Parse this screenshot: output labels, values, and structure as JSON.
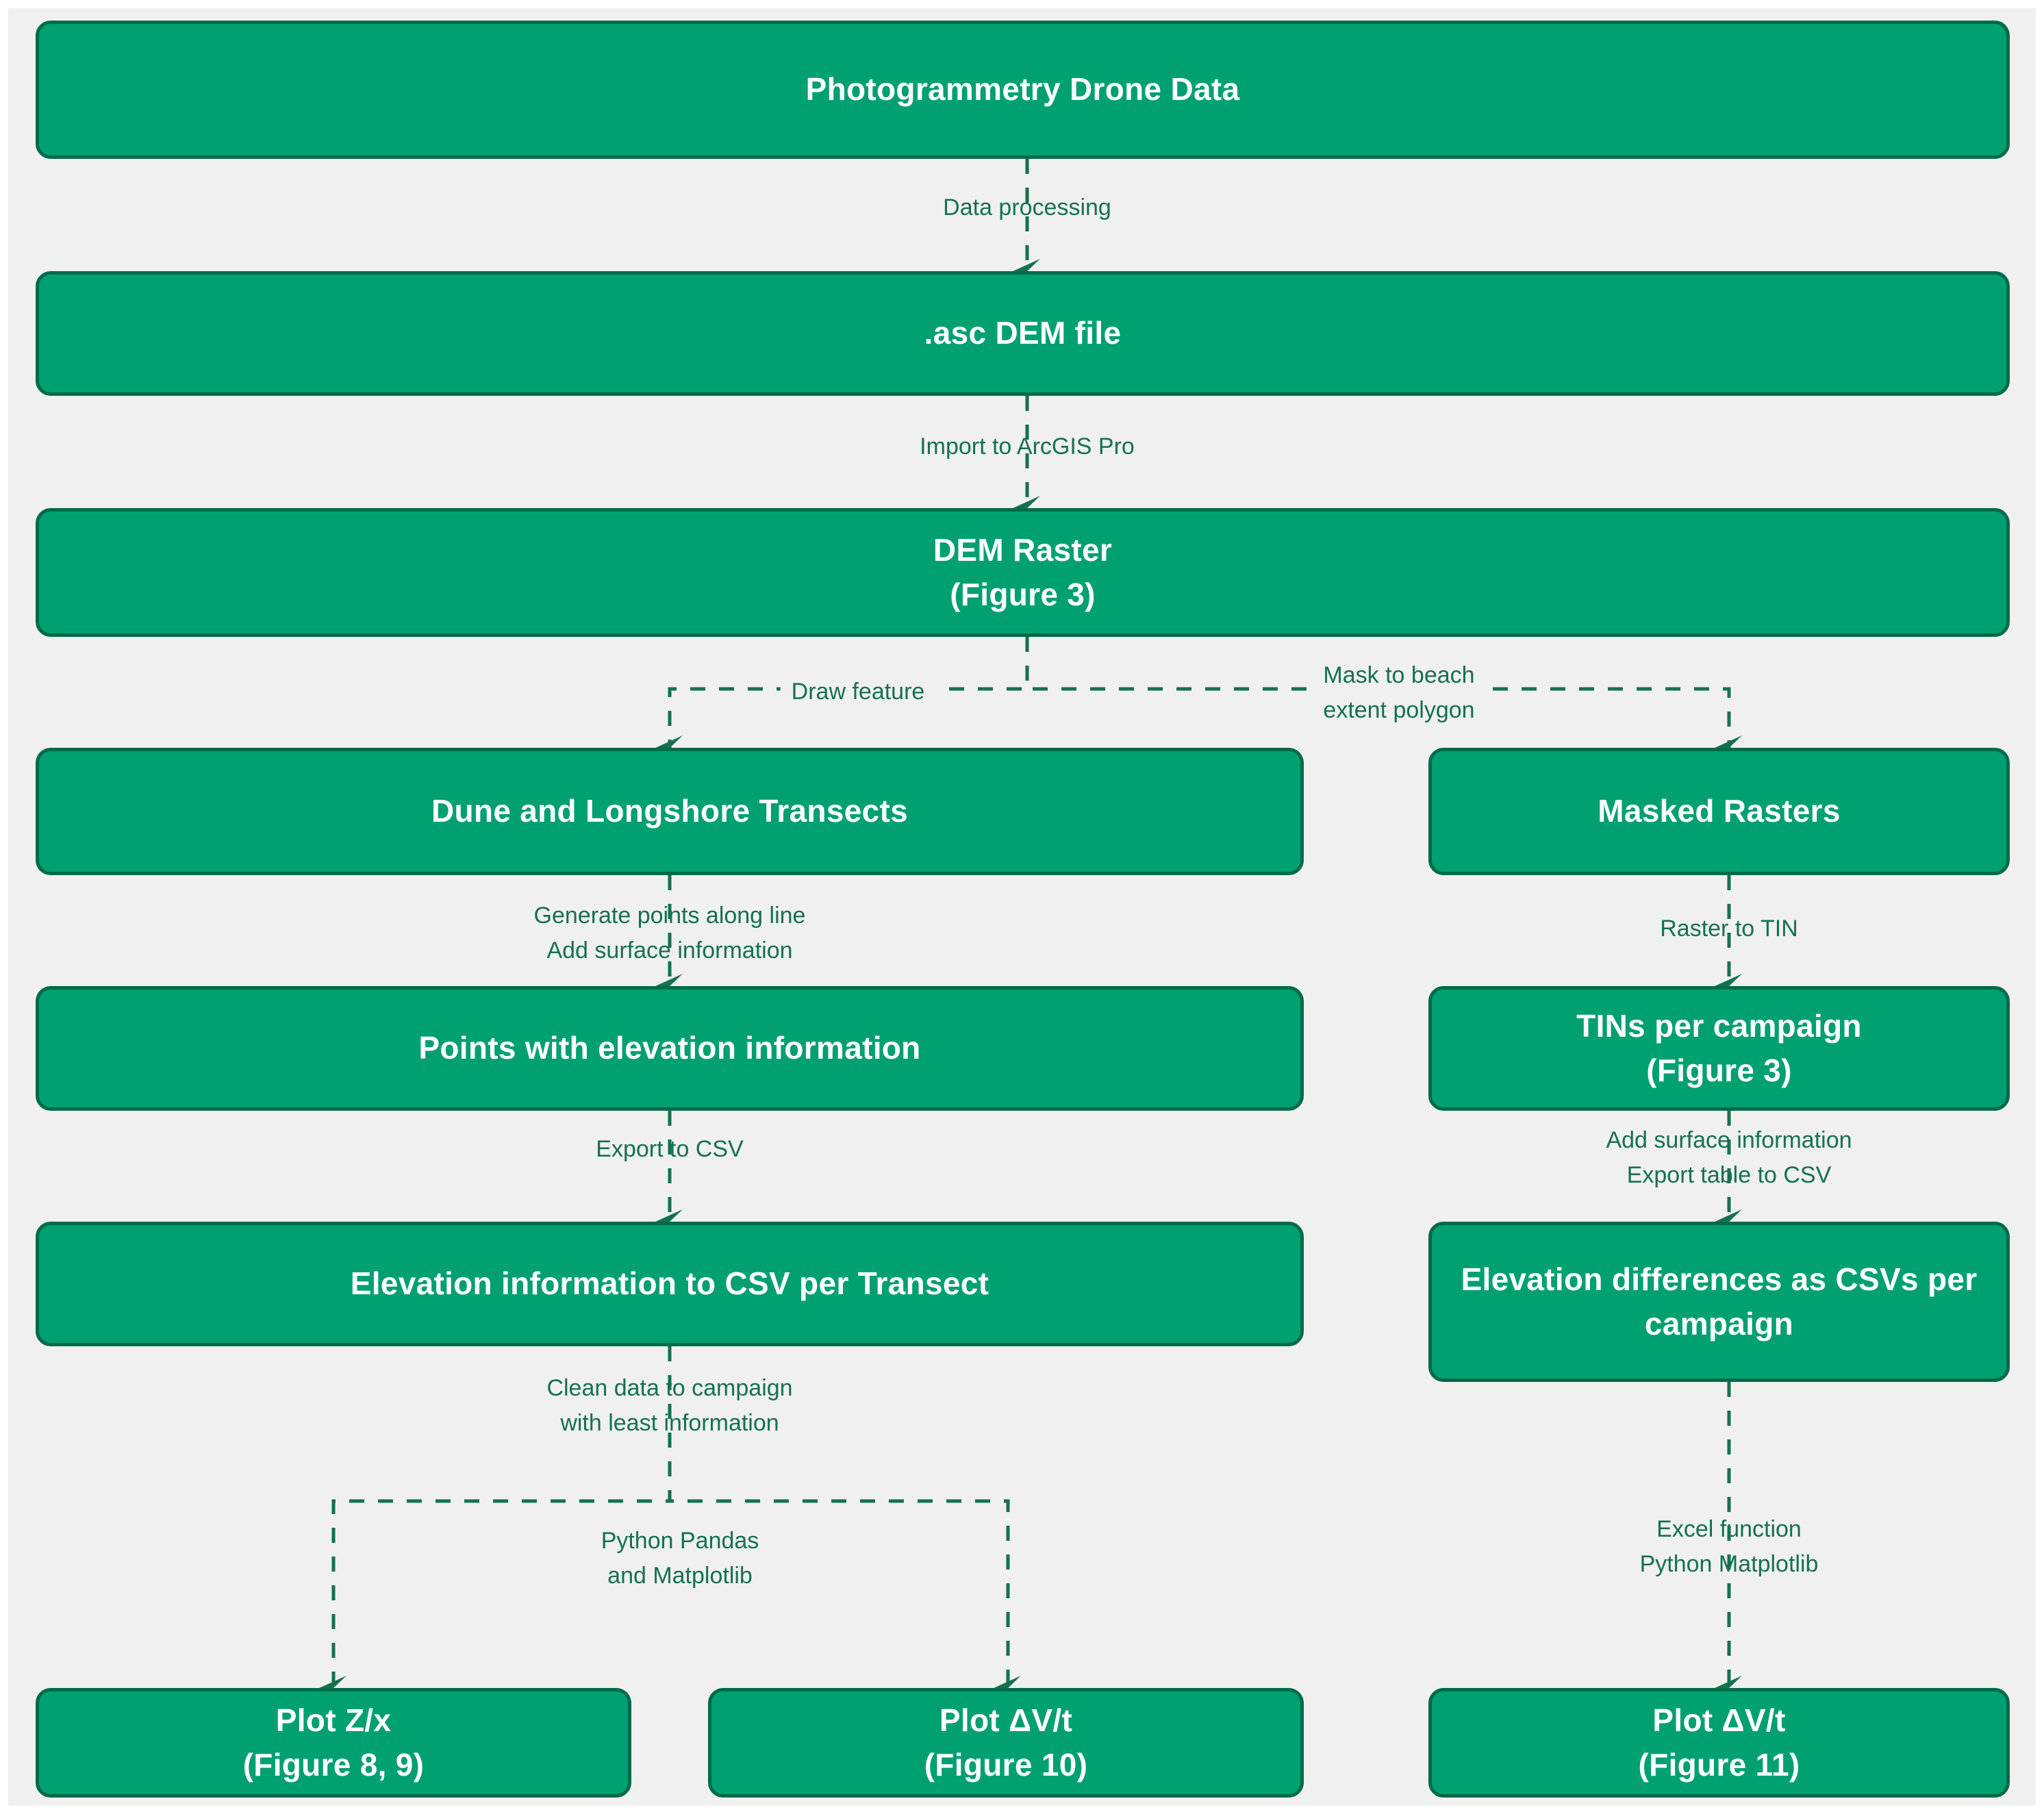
{
  "diagram": {
    "title": "Photogrammetry drone data processing workflow",
    "colors": {
      "page_background": "#ffffff",
      "canvas_background": "#f0f0f0",
      "node_fill": "#00a070",
      "node_border": "#006b47",
      "node_text": "#ffffff",
      "edge_line": "#14714f",
      "edge_label_text": "#14714f"
    },
    "nodes": [
      {
        "id": "drone",
        "label_line1": "Photogrammetry Drone Data",
        "label_line2": ""
      },
      {
        "id": "asc",
        "label_line1": ".asc DEM file",
        "label_line2": ""
      },
      {
        "id": "dem_raster",
        "label_line1": "DEM Raster",
        "label_line2": "(Figure 3)"
      },
      {
        "id": "transects",
        "label_line1": "Dune and Longshore Transects",
        "label_line2": ""
      },
      {
        "id": "masked",
        "label_line1": "Masked Rasters",
        "label_line2": ""
      },
      {
        "id": "points",
        "label_line1": "Points with elevation information",
        "label_line2": ""
      },
      {
        "id": "tins",
        "label_line1": "TINs per campaign",
        "label_line2": "(Figure 3)"
      },
      {
        "id": "csv_transect",
        "label_line1": "Elevation information to CSV per Transect",
        "label_line2": ""
      },
      {
        "id": "csv_campaign",
        "label_line1": "Elevation differences as CSVs per",
        "label_line2": "campaign"
      },
      {
        "id": "plot_zx",
        "label_line1": "Plot Z/x",
        "label_line2": "(Figure 8, 9)"
      },
      {
        "id": "plot_dvt_10",
        "label_line1": "Plot ΔV/t",
        "label_line2": "(Figure 10)"
      },
      {
        "id": "plot_dvt_11",
        "label_line1": "Plot ΔV/t",
        "label_line2": "(Figure 11)"
      }
    ],
    "edges": [
      {
        "id": "e1",
        "from": "drone",
        "to": "asc",
        "label": "Data processing"
      },
      {
        "id": "e2",
        "from": "asc",
        "to": "dem_raster",
        "label": "Import to ArcGIS Pro"
      },
      {
        "id": "e3",
        "from": "dem_raster",
        "to": "transects",
        "label": "Draw feature"
      },
      {
        "id": "e4",
        "from": "dem_raster",
        "to": "masked",
        "label": "Mask to beach\nextent polygon"
      },
      {
        "id": "e5",
        "from": "transects",
        "to": "points",
        "label": "Generate points along line\nAdd surface information"
      },
      {
        "id": "e6",
        "from": "masked",
        "to": "tins",
        "label": "Raster to TIN"
      },
      {
        "id": "e7",
        "from": "points",
        "to": "csv_transect",
        "label": "Export to CSV"
      },
      {
        "id": "e8",
        "from": "tins",
        "to": "csv_campaign",
        "label": "Add surface information\nExport table to CSV"
      },
      {
        "id": "e9",
        "from": "csv_transect",
        "to": "plot_zx",
        "label": "Clean data to campaign\nwith least information"
      },
      {
        "id": "e10",
        "from": "csv_transect",
        "to": "plot_dvt_10",
        "label": "Python Pandas\nand Matplotlib"
      },
      {
        "id": "e11",
        "from": "csv_campaign",
        "to": "plot_dvt_11",
        "label": "Excel function\nPython Matplotlib"
      }
    ]
  }
}
